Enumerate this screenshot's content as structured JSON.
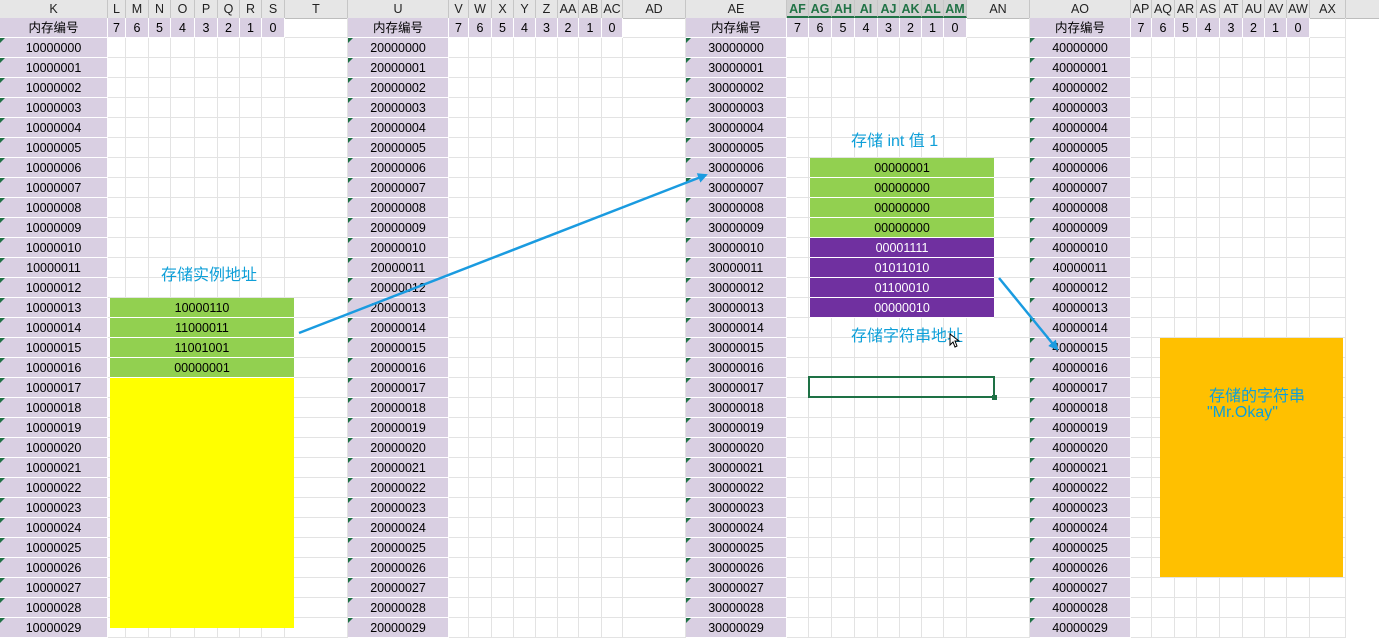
{
  "column_headers": [
    "K",
    "L",
    "M",
    "N",
    "O",
    "P",
    "Q",
    "R",
    "S",
    "T",
    "U",
    "V",
    "W",
    "X",
    "Y",
    "Z",
    "AA",
    "AB",
    "AC",
    "AD",
    "AE",
    "AF",
    "AG",
    "AH",
    "AI",
    "AJ",
    "AK",
    "AL",
    "AM",
    "AN",
    "AO",
    "AP",
    "AQ",
    "AR",
    "AS",
    "AT",
    "AU",
    "AV",
    "AW",
    "AX"
  ],
  "header_row": {
    "addr_label": "内存编号",
    "bits": [
      "7",
      "6",
      "5",
      "4",
      "3",
      "2",
      "1",
      "0"
    ]
  },
  "blocks": [
    {
      "addresses": [
        "10000000",
        "10000001",
        "10000002",
        "10000003",
        "10000004",
        "10000005",
        "10000006",
        "10000007",
        "10000008",
        "10000009",
        "10000010",
        "10000011",
        "10000012",
        "10000013",
        "10000014",
        "10000015",
        "10000016",
        "10000017",
        "10000018",
        "10000019",
        "10000020",
        "10000021",
        "10000022",
        "10000023",
        "10000024",
        "10000025",
        "10000026",
        "10000027",
        "10000028",
        "10000029"
      ]
    },
    {
      "addresses": [
        "20000000",
        "20000001",
        "20000002",
        "20000003",
        "20000004",
        "20000005",
        "20000006",
        "20000007",
        "20000008",
        "20000009",
        "20000010",
        "20000011",
        "20000012",
        "20000013",
        "20000014",
        "20000015",
        "20000016",
        "20000017",
        "20000018",
        "20000019",
        "20000020",
        "20000021",
        "20000022",
        "20000023",
        "20000024",
        "20000025",
        "20000026",
        "20000027",
        "20000028",
        "20000029"
      ]
    },
    {
      "addresses": [
        "30000000",
        "30000001",
        "30000002",
        "30000003",
        "30000004",
        "30000005",
        "30000006",
        "30000007",
        "30000008",
        "30000009",
        "30000010",
        "30000011",
        "30000012",
        "30000013",
        "30000014",
        "30000015",
        "30000016",
        "30000017",
        "30000018",
        "30000019",
        "30000020",
        "30000021",
        "30000022",
        "30000023",
        "30000024",
        "30000025",
        "30000026",
        "30000027",
        "30000028",
        "30000029"
      ]
    },
    {
      "addresses": [
        "40000000",
        "40000001",
        "40000002",
        "40000003",
        "40000004",
        "40000005",
        "40000006",
        "40000007",
        "40000008",
        "40000009",
        "40000010",
        "40000011",
        "40000012",
        "40000013",
        "40000014",
        "40000015",
        "40000016",
        "40000017",
        "40000018",
        "40000019",
        "40000020",
        "40000021",
        "40000022",
        "40000023",
        "40000024",
        "40000025",
        "40000026",
        "40000027",
        "40000028",
        "40000029"
      ]
    }
  ],
  "instance_address_bytes": [
    "10000110",
    "11000011",
    "11001001",
    "00000001"
  ],
  "int_value_bytes": [
    "00000001",
    "00000000",
    "00000000",
    "00000000"
  ],
  "string_address_bytes": [
    "00001111",
    "01011010",
    "01100010",
    "00000010"
  ],
  "labels": {
    "instance_address": "存储实例地址",
    "int_value": "存储 int 值 1",
    "string_address": "存储字符串地址",
    "stored_string_line1": "存储的字符串",
    "stored_string_line2": "\"Mr.Okay\""
  },
  "colors": {
    "green": "#92d050",
    "purple": "#7030a0",
    "yellow": "#ffff00",
    "orange": "#ffc000",
    "address_bg": "#d9cfe2",
    "label_text": "#0e9fd8",
    "arrow": "#1a9be0",
    "selected_border": "#1e7145"
  },
  "icons": {
    "cursor": "move-cursor-icon"
  }
}
